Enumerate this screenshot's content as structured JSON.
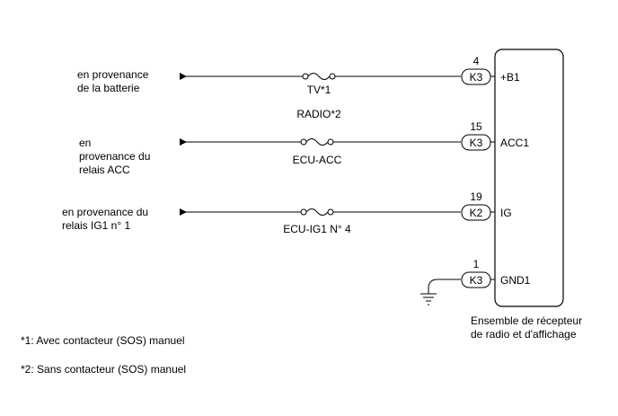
{
  "sources": [
    {
      "lines": [
        "en provenance",
        "de la batterie"
      ]
    },
    {
      "lines": [
        "en",
        "provenance du",
        "relais ACC"
      ]
    },
    {
      "lines": [
        "en provenance du",
        "relais IG1 n° 1"
      ]
    }
  ],
  "fuses": [
    {
      "label": "TV*1"
    },
    {
      "label": "ECU-ACC"
    },
    {
      "label": "ECU-IG1 N° 4"
    }
  ],
  "radio_label": "RADIO*2",
  "pins": [
    {
      "number": "4",
      "connector": "K3",
      "name": "+B1"
    },
    {
      "number": "15",
      "connector": "K3",
      "name": "ACC1"
    },
    {
      "number": "19",
      "connector": "K2",
      "name": "IG"
    },
    {
      "number": "1",
      "connector": "K3",
      "name": "GND1"
    }
  ],
  "component": {
    "lines": [
      "Ensemble de récepteur",
      "de radio et d'affichage"
    ]
  },
  "notes": {
    "note1": "*1: Avec contacteur (SOS) manuel",
    "note2": "*2: Sans contacteur (SOS) manuel"
  }
}
